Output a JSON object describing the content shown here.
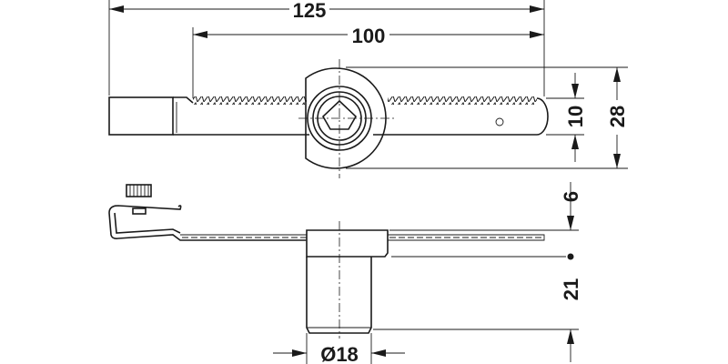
{
  "dimensions": {
    "overall_length": "125",
    "rack_length": "100",
    "bar_width": "10",
    "cam_height": "28",
    "plate_offset": "6",
    "cylinder_length": "21",
    "cylinder_diameter": "Ø18"
  },
  "colors": {
    "line": "#1a1a1a",
    "background": "#ffffff"
  }
}
